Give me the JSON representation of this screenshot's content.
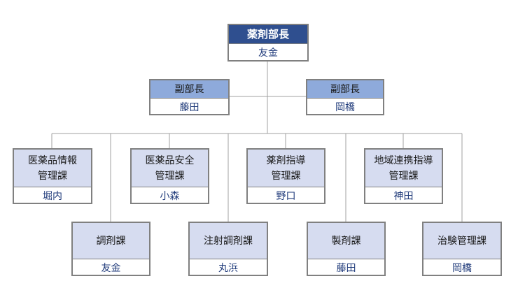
{
  "colors": {
    "head_fill": "#2f4f8f",
    "vice_fill": "#8eaadb",
    "dept_fill": "#d6dcf0",
    "border": "#808080",
    "name_text": "#1f3a7a",
    "line": "#a0a0a0"
  },
  "head": {
    "title": "薬剤部長",
    "name": "友金"
  },
  "vice": [
    {
      "title": "副部長",
      "name": "藤田"
    },
    {
      "title": "副部長",
      "name": "岡橋"
    }
  ],
  "upper_depts": [
    {
      "title_line1": "医薬品情報",
      "title_line2": "管理課",
      "name": "堀内"
    },
    {
      "title_line1": "医薬品安全",
      "title_line2": "管理課",
      "name": "小森"
    },
    {
      "title_line1": "薬剤指導",
      "title_line2": "管理課",
      "name": "野口"
    },
    {
      "title_line1": "地域連携指導",
      "title_line2": "管理課",
      "name": "神田"
    }
  ],
  "lower_depts": [
    {
      "title": "調剤課",
      "name": "友金"
    },
    {
      "title": "注射調剤課",
      "name": "丸浜"
    },
    {
      "title": "製剤課",
      "name": "藤田"
    },
    {
      "title": "治験管理課",
      "name": "岡橋"
    }
  ]
}
